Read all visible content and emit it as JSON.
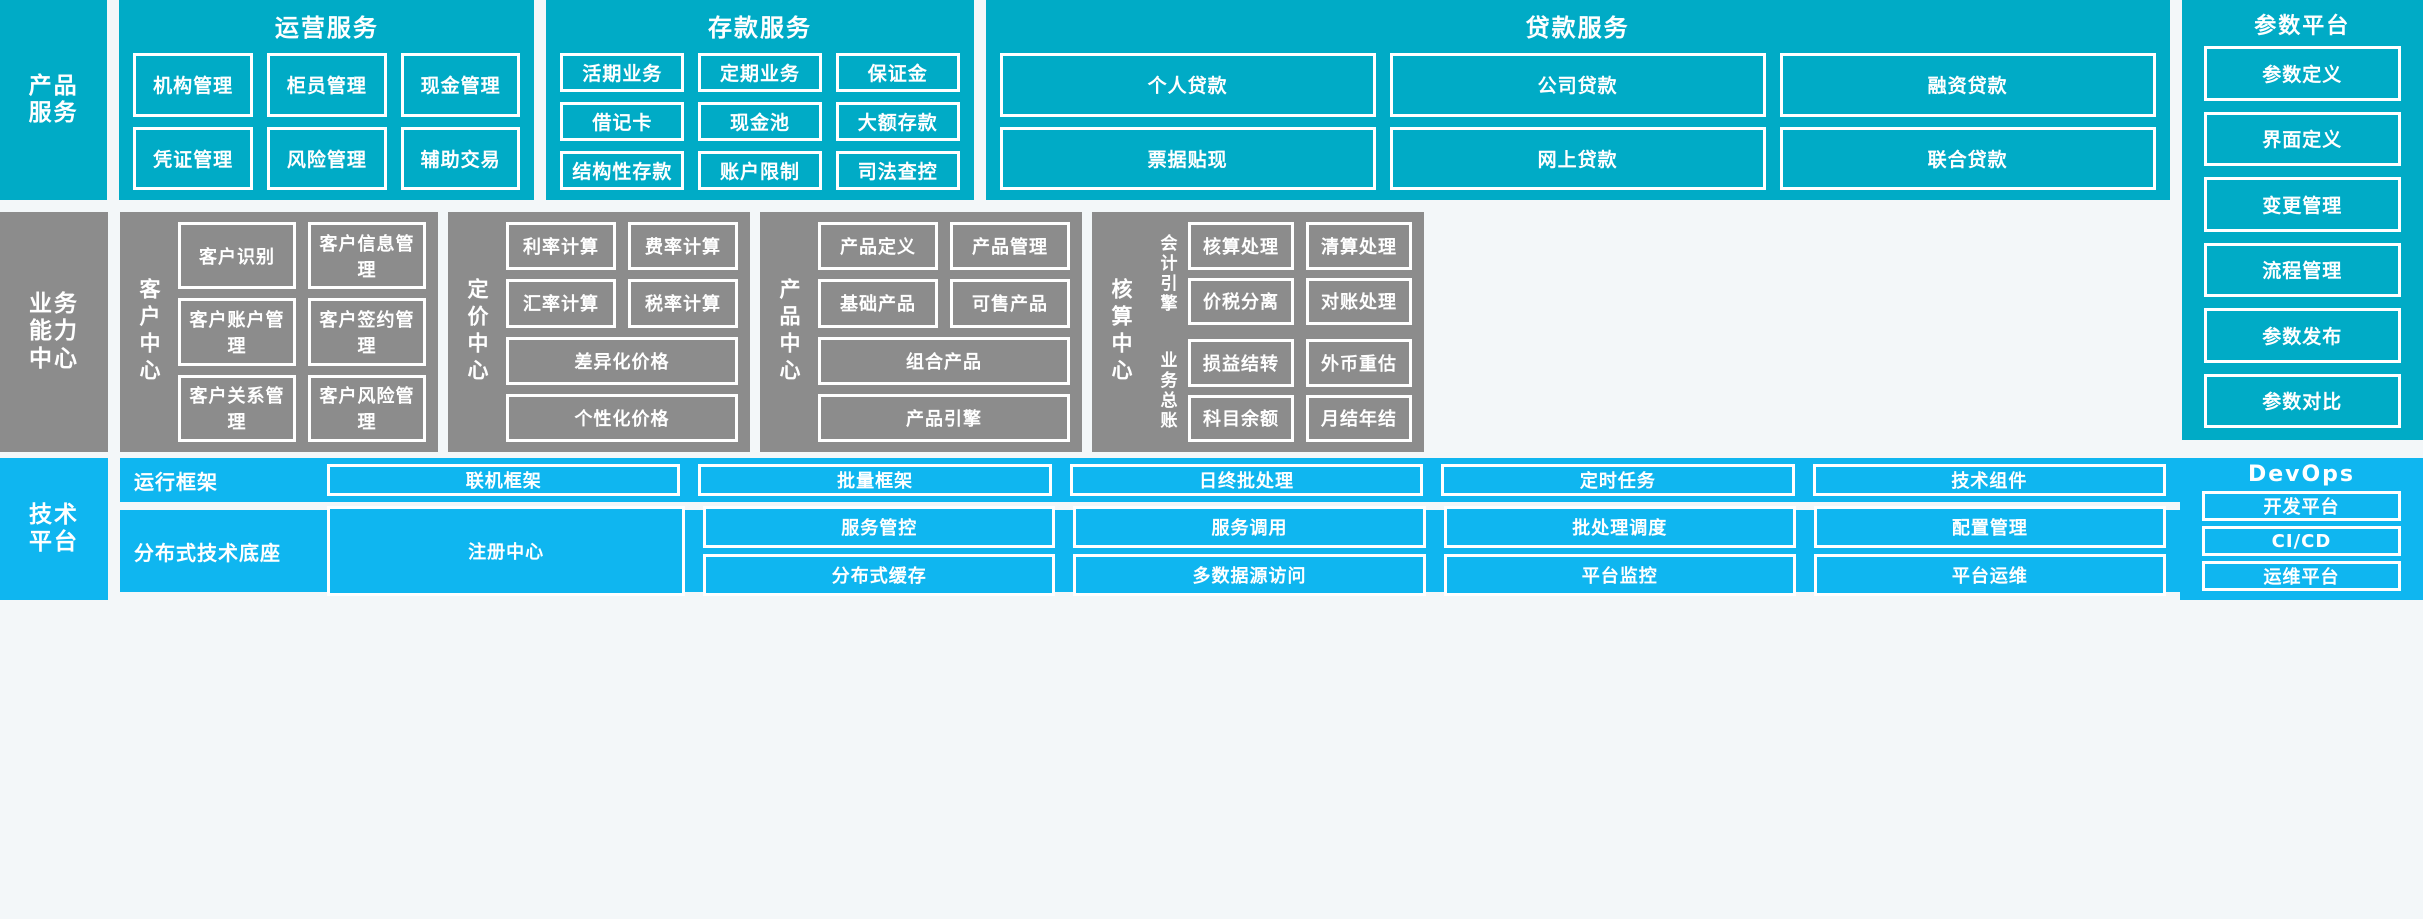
{
  "colors": {
    "product_layer": "#00abc6",
    "capability_layer": "#8c8c8c",
    "tech_layer": "#0fb6f0",
    "border": "#ffffff",
    "background": "#f3f7f9"
  },
  "layers": {
    "product": {
      "rail_label": "产品\n服务",
      "rail_lines": [
        "产品",
        "服务"
      ],
      "panels": [
        {
          "title": "运营服务",
          "rows": [
            [
              "机构管理",
              "柜员管理",
              "现金管理"
            ],
            [
              "凭证管理",
              "风险管理",
              "辅助交易"
            ]
          ]
        },
        {
          "title": "存款服务",
          "rows": [
            [
              "活期业务",
              "定期业务",
              "保证金"
            ],
            [
              "借记卡",
              "现金池",
              "大额存款"
            ],
            [
              "结构性存款",
              "账户限制",
              "司法查控"
            ]
          ]
        },
        {
          "title": "贷款服务",
          "rows": [
            [
              "个人贷款",
              "公司贷款",
              "融资贷款"
            ],
            [
              "票据贴现",
              "网上贷款",
              "联合贷款"
            ]
          ]
        }
      ],
      "parameter_platform": {
        "title": "参数平台",
        "items": [
          "参数定义",
          "界面定义",
          "变更管理",
          "流程管理",
          "参数发布",
          "参数对比"
        ]
      }
    },
    "capability": {
      "rail_lines": [
        "业务",
        "能力",
        "中心"
      ],
      "centers": [
        {
          "name": "客户中心",
          "rows": [
            [
              "客户识别",
              "客户信息管理"
            ],
            [
              "客户账户管理",
              "客户签约管理"
            ],
            [
              "客户关系管理",
              "客户风险管理"
            ]
          ]
        },
        {
          "name": "定价中心",
          "rows": [
            [
              "利率计算",
              "费率计算"
            ],
            [
              "汇率计算",
              "税率计算"
            ],
            [
              "差异化价格"
            ],
            [
              "个性化价格"
            ]
          ]
        },
        {
          "name": "产品中心",
          "rows": [
            [
              "产品定义",
              "产品管理"
            ],
            [
              "基础产品",
              "可售产品"
            ],
            [
              "组合产品"
            ],
            [
              "产品引擎"
            ]
          ]
        },
        {
          "name": "核算中心",
          "groups": [
            {
              "label": "会计引擎",
              "rows": [
                [
                  "核算处理",
                  "清算处理"
                ],
                [
                  "价税分离",
                  "对账处理"
                ]
              ]
            },
            {
              "label": "业务总账",
              "rows": [
                [
                  "损益结转",
                  "外币重估"
                ],
                [
                  "科目余额",
                  "月结年结"
                ]
              ]
            }
          ]
        }
      ]
    },
    "technology": {
      "rail_lines": [
        "技术",
        "平台"
      ],
      "bands": [
        {
          "name": "运行框架",
          "items": [
            "联机框架",
            "批量框架",
            "日终批处理",
            "定时任务",
            "技术组件"
          ]
        },
        {
          "name": "分布式技术底座",
          "first_item": "注册中心",
          "columns": [
            [
              "服务管控",
              "分布式缓存"
            ],
            [
              "服务调用",
              "多数据源访问"
            ],
            [
              "批处理调度",
              "平台监控"
            ],
            [
              "配置管理",
              "平台运维"
            ]
          ]
        }
      ],
      "devops": {
        "title": "DevOps",
        "items": [
          "开发平台",
          "CI/CD",
          "运维平台"
        ]
      }
    }
  }
}
